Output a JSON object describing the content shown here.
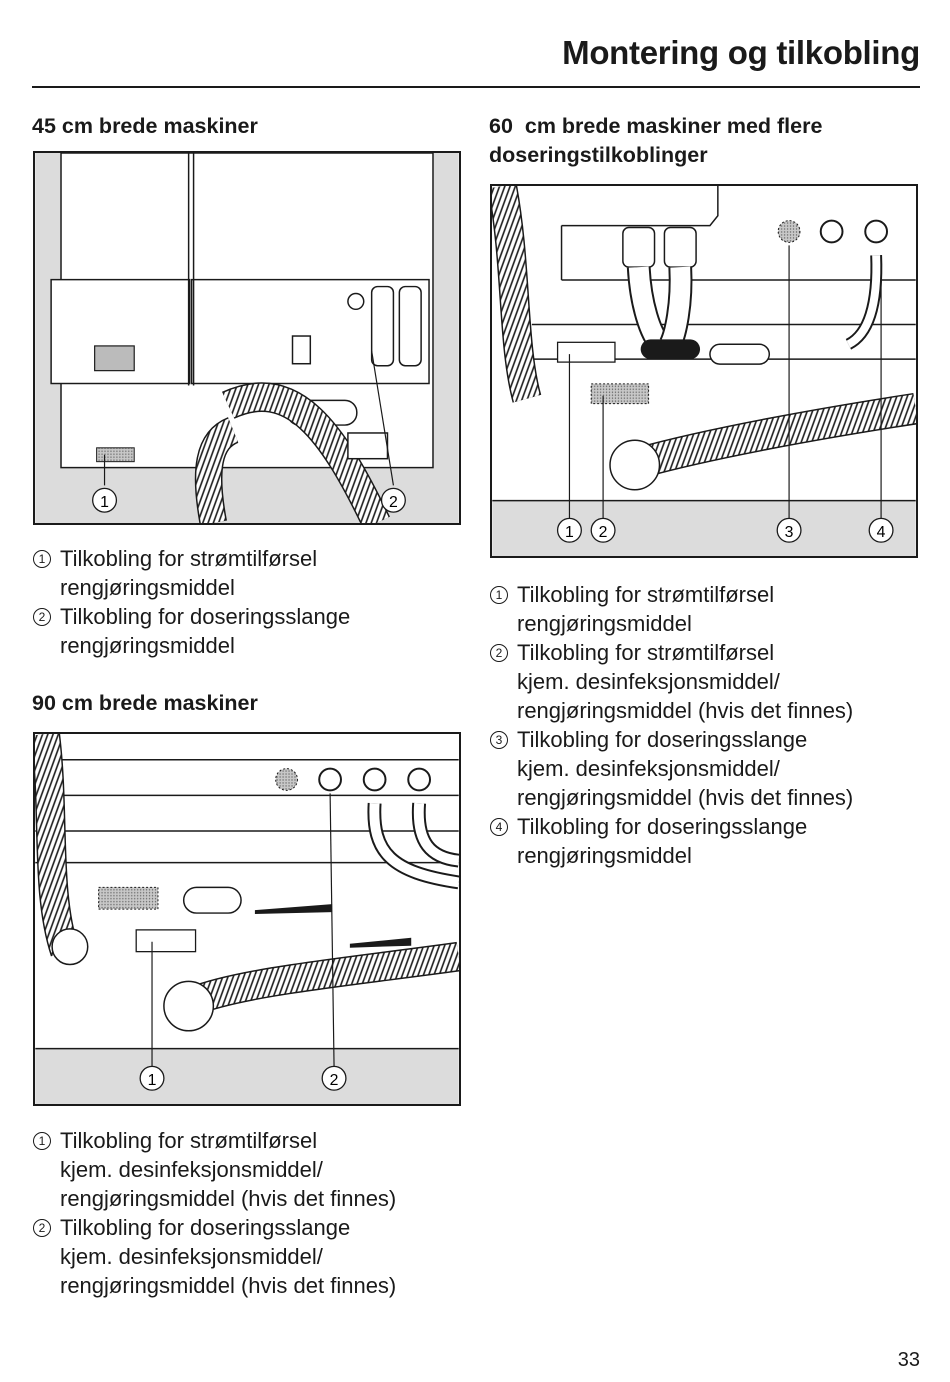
{
  "header": {
    "title": "Montering og tilkobling"
  },
  "sections": {
    "s45": {
      "heading": [
        "45 cm brede maskiner"
      ],
      "callouts": [
        "1",
        "2"
      ],
      "legend": [
        {
          "num": "1",
          "lines": [
            "Tilkobling for strømtilførsel",
            "rengjøringsmiddel"
          ]
        },
        {
          "num": "2",
          "lines": [
            "Tilkobling for doseringsslange",
            "rengjøringsmiddel"
          ]
        }
      ]
    },
    "s90": {
      "heading": [
        "90 cm brede maskiner"
      ],
      "callouts": [
        "1",
        "2"
      ],
      "legend": [
        {
          "num": "1",
          "lines": [
            "Tilkobling for strømtilførsel",
            "kjem. desinfeksjonsmiddel/",
            "rengjøringsmiddel (hvis det finnes)"
          ]
        },
        {
          "num": "2",
          "lines": [
            "Tilkobling for doseringsslange",
            "kjem. desinfeksjonsmiddel/",
            "rengjøringsmiddel (hvis det finnes)"
          ]
        }
      ]
    },
    "s60": {
      "heading": [
        "60  cm brede maskiner med flere",
        "doseringstilkoblinger"
      ],
      "callouts": [
        "1",
        "2",
        "3",
        "4"
      ],
      "legend": [
        {
          "num": "1",
          "lines": [
            "Tilkobling for strømtilførsel",
            "rengjøringsmiddel"
          ]
        },
        {
          "num": "2",
          "lines": [
            "Tilkobling for strømtilførsel",
            "kjem. desinfeksjonsmiddel/",
            "rengjøringsmiddel (hvis det finnes)"
          ]
        },
        {
          "num": "3",
          "lines": [
            "Tilkobling for doseringsslange",
            "kjem. desinfeksjonsmiddel/",
            "rengjøringsmiddel (hvis det finnes)"
          ]
        },
        {
          "num": "4",
          "lines": [
            "Tilkobling for doseringsslange",
            "rengjøringsmiddel"
          ]
        }
      ]
    }
  },
  "page_number": "33"
}
